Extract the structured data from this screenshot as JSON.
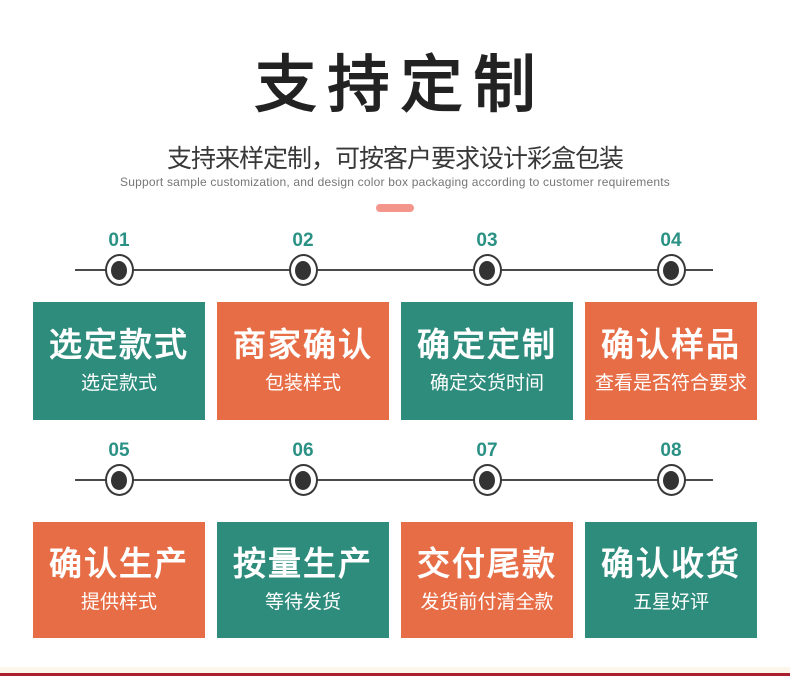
{
  "header": {
    "title": "支持定制",
    "subtitle": "支持来样定制，可按客户要求设计彩盒包装",
    "subtitle_en": "Support sample customization, and design color box packaging according to customer requirements"
  },
  "colors": {
    "teal": "#2e8c7d",
    "orange": "#e76d46",
    "number_green": "#2a9184",
    "divider_salmon": "#f4958c",
    "dot_fill": "#333333",
    "bottom_strip_cream": "#fcf7ea",
    "bottom_line_red": "#aa1f2d"
  },
  "rows": [
    {
      "steps": [
        {
          "number": "01",
          "title": "选定款式",
          "subtitle": "选定款式",
          "color": "teal"
        },
        {
          "number": "02",
          "title": "商家确认",
          "subtitle": "包装样式",
          "color": "orange"
        },
        {
          "number": "03",
          "title": "确定定制",
          "subtitle": "确定交货时间",
          "color": "teal"
        },
        {
          "number": "04",
          "title": "确认样品",
          "subtitle": "查看是否符合要求",
          "color": "orange"
        }
      ]
    },
    {
      "steps": [
        {
          "number": "05",
          "title": "确认生产",
          "subtitle": "提供样式",
          "color": "orange"
        },
        {
          "number": "06",
          "title": "按量生产",
          "subtitle": "等待发货",
          "color": "teal"
        },
        {
          "number": "07",
          "title": "交付尾款",
          "subtitle": "发货前付清全款",
          "color": "orange"
        },
        {
          "number": "08",
          "title": "确认收货",
          "subtitle": "五星好评",
          "color": "teal"
        }
      ]
    }
  ]
}
